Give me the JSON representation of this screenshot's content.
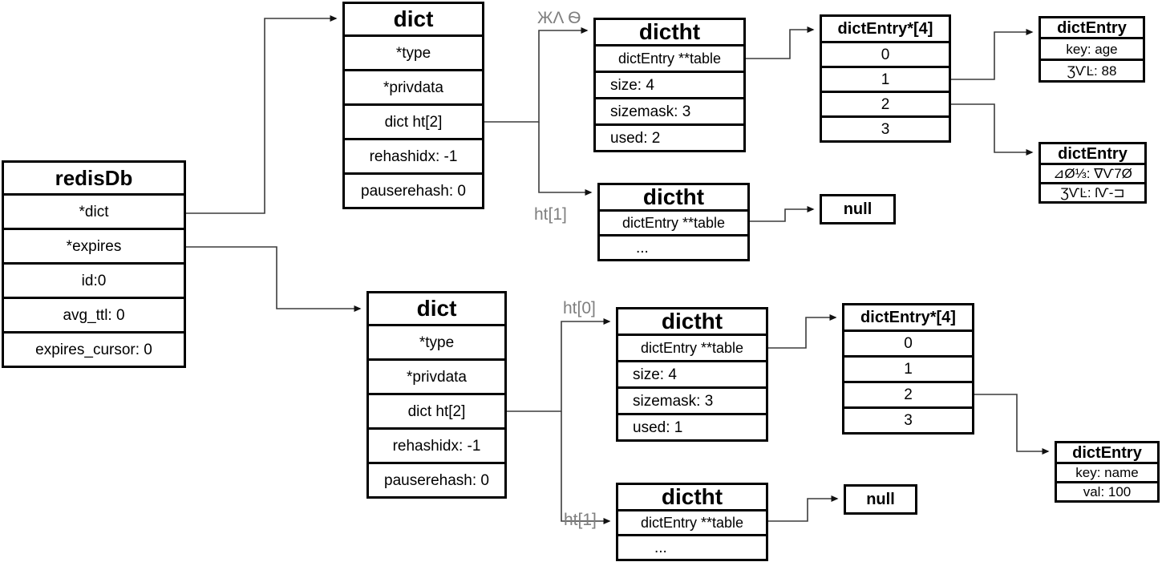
{
  "colors": {
    "box_border": "#000000",
    "connector": "#3c3c3c",
    "pointer_label": "#7f7f7f",
    "background": "#ffffff"
  },
  "labels": {
    "ht0_top": "ЖΛ Ѳ",
    "ht1_top": "ht[1]",
    "ht0_bot": "ht[0]",
    "ht1_bot": "ht[1]"
  },
  "boxes": {
    "redisdb": {
      "title": "redisDb",
      "rows": [
        "*dict",
        "*expires",
        "id:0",
        "avg_ttl: 0",
        "expires_cursor: 0"
      ]
    },
    "dict_top": {
      "title": "dict",
      "rows": [
        "*type",
        "*privdata",
        "dict ht[2]",
        "rehashidx: -1",
        "pauserehash: 0"
      ]
    },
    "dictht_top_ht0": {
      "title": "dictht",
      "rows": [
        "dictEntry **table",
        "size: 4",
        "sizemask: 3",
        "used: 2"
      ]
    },
    "array_top": {
      "title": "dictEntry*[4]",
      "rows": [
        "0",
        "1",
        "2",
        "3"
      ]
    },
    "entry_age": {
      "title": "dictEntry",
      "rows": [
        "key: age",
        "ƷѴĿ: 88"
      ]
    },
    "entry_garbled": {
      "title": "dictEntry",
      "rows": [
        "⊿Ø⅓: ∇Ѵ7Ø",
        "ƷѴĿ: ſѴ-⊐"
      ]
    },
    "dictht_top_ht1": {
      "title": "dictht",
      "rows": [
        "dictEntry **table",
        "..."
      ]
    },
    "null_top": {
      "title": "null"
    },
    "dict_bot": {
      "title": "dict",
      "rows": [
        "*type",
        "*privdata",
        "dict ht[2]",
        "rehashidx: -1",
        "pauserehash: 0"
      ]
    },
    "dictht_bot_ht0": {
      "title": "dictht",
      "rows": [
        "dictEntry **table",
        "size: 4",
        "sizemask: 3",
        "used: 1"
      ]
    },
    "array_bot": {
      "title": "dictEntry*[4]",
      "rows": [
        "0",
        "1",
        "2",
        "3"
      ]
    },
    "entry_name": {
      "title": "dictEntry",
      "rows": [
        "key: name",
        "val: 100"
      ]
    },
    "dictht_bot_ht1": {
      "title": "dictht",
      "rows": [
        "dictEntry **table",
        "..."
      ]
    },
    "null_bot": {
      "title": "null"
    }
  }
}
